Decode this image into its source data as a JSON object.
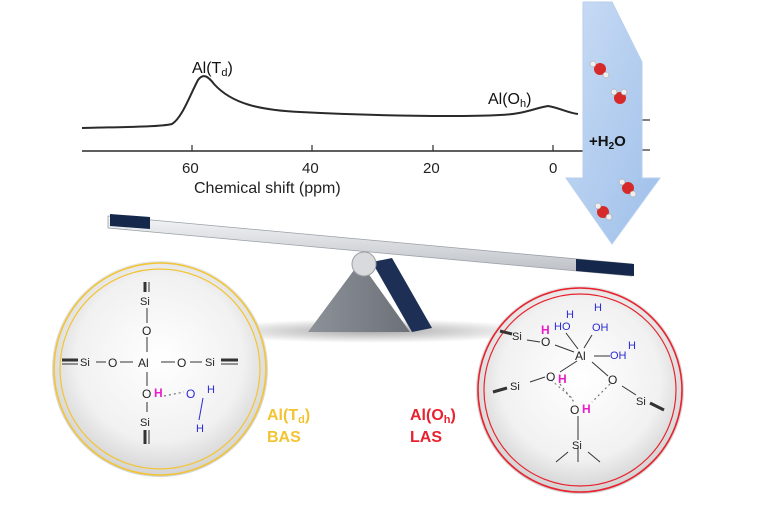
{
  "spectrum": {
    "xlabel": "Chemical shift (ppm)",
    "ticks": [
      "60",
      "40",
      "20",
      "0"
    ],
    "peak_td": "Al(T",
    "peak_td_sub": "d",
    "peak_oh": "Al(O",
    "peak_oh_sub": "h",
    "close_paren": ")"
  },
  "water_arrow": {
    "label": "+H",
    "label_sub": "2",
    "label_tail": "O"
  },
  "left_site": {
    "name": "Al(T",
    "name_sub": "d",
    "acid": "BAS",
    "color": "#f2c433"
  },
  "right_site": {
    "name": "Al(O",
    "name_sub": "h",
    "acid": "LAS",
    "color": "#e8232f"
  },
  "atoms": {
    "si": "Si",
    "o": "O",
    "al": "Al",
    "h": "H",
    "oh": "OH",
    "ho": "HO"
  },
  "colors": {
    "proton": "#e81fc8",
    "water": "#2b2bd6",
    "arrow": "#aac8ee",
    "beam_cap": "#15274a"
  }
}
